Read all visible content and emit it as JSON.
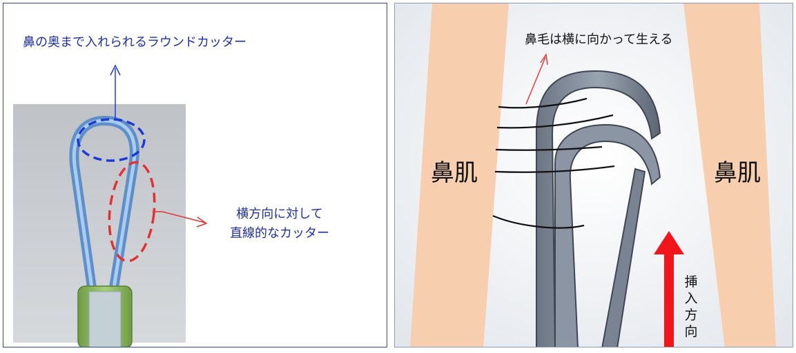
{
  "left": {
    "round_cutter_label": "鼻の奥まで入れられるラウンドカッター",
    "linear_cutter_line1": "横方向に対して",
    "linear_cutter_line2": "直線的なカッター"
  },
  "right": {
    "hair_label": "鼻毛は横に向かって生える",
    "skin_left": "鼻肌",
    "skin_right": "鼻肌",
    "insert_label": "挿入方向"
  },
  "colors": {
    "accent_blue": "#1d2fa8",
    "accent_red": "#e53030",
    "skin": "#f7cfae",
    "metal": "#7d8796",
    "handle_green": "#8cc060"
  }
}
